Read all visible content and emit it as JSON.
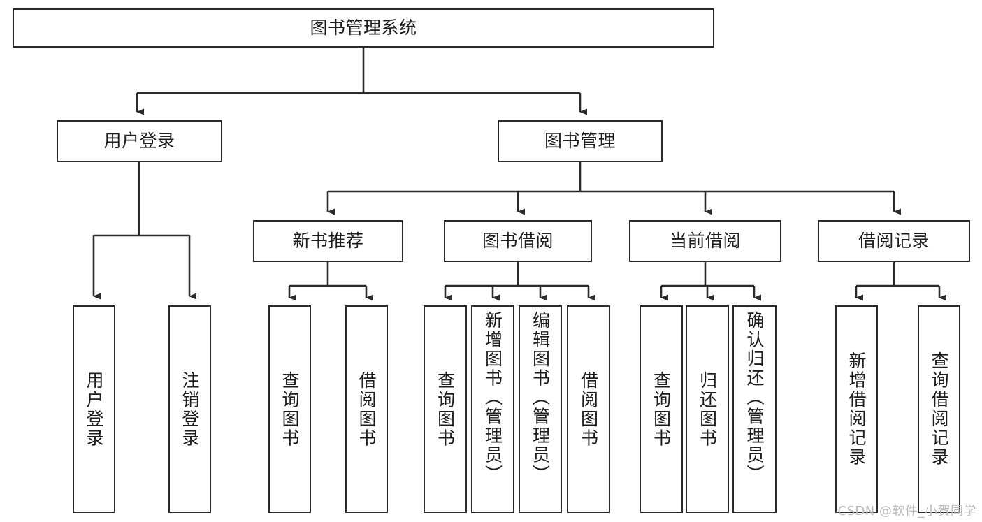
{
  "diagram": {
    "type": "hierarchy-tree",
    "title": "图书管理系统",
    "watermark": "CSDN @软件_小贺同学",
    "colors": {
      "stroke": "#2b2b2b",
      "fill": "#ffffff",
      "text": "#1d1d1d",
      "watermark": "#b9b9b9"
    },
    "nodes": {
      "root": {
        "label": "图书管理系统"
      },
      "level1": [
        {
          "label": "用户登录"
        },
        {
          "label": "图书管理"
        }
      ],
      "level2": [
        {
          "label": "新书推荐"
        },
        {
          "label": "图书借阅"
        },
        {
          "label": "当前借阅"
        },
        {
          "label": "借阅记录"
        }
      ],
      "leaves_user_login": [
        {
          "label": "用户登录"
        },
        {
          "label": "注销登录"
        }
      ],
      "leaves_new_book": [
        {
          "label": "查询图书"
        },
        {
          "label": "借阅图书"
        }
      ],
      "leaves_borrow": [
        {
          "label": "查询图书"
        },
        {
          "label": "新增图书（管理员）"
        },
        {
          "label": "编辑图书（管理员）"
        },
        {
          "label": "借阅图书"
        }
      ],
      "leaves_current": [
        {
          "label": "查询图书"
        },
        {
          "label": "归还图书"
        },
        {
          "label": "确认归还（管理员）"
        }
      ],
      "leaves_records": [
        {
          "label": "新增借阅记录"
        },
        {
          "label": "查询借阅记录"
        }
      ]
    }
  }
}
